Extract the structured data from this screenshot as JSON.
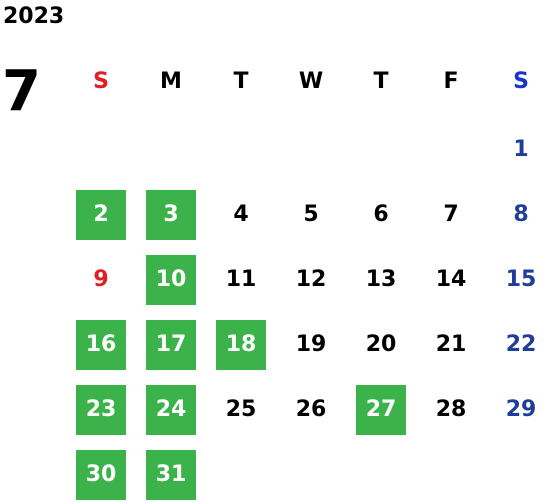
{
  "year": "2023",
  "month": "7",
  "weekdays": [
    {
      "label": "S",
      "color": "#e02020"
    },
    {
      "label": "M",
      "color": "#000000"
    },
    {
      "label": "T",
      "color": "#000000"
    },
    {
      "label": "W",
      "color": "#000000"
    },
    {
      "label": "T",
      "color": "#000000"
    },
    {
      "label": "F",
      "color": "#000000"
    },
    {
      "label": "S",
      "color": "#1a33cc"
    }
  ],
  "colors": {
    "sunday": "#e02020",
    "saturday": "#1f3d99",
    "weekday": "#000000",
    "highlight_bg": "#3cb34a",
    "highlight_text": "#ffffff"
  },
  "first_weekday_index": 6,
  "days_in_month": 31,
  "highlighted_days": [
    2,
    3,
    10,
    16,
    17,
    18,
    23,
    24,
    27,
    30,
    31
  ]
}
